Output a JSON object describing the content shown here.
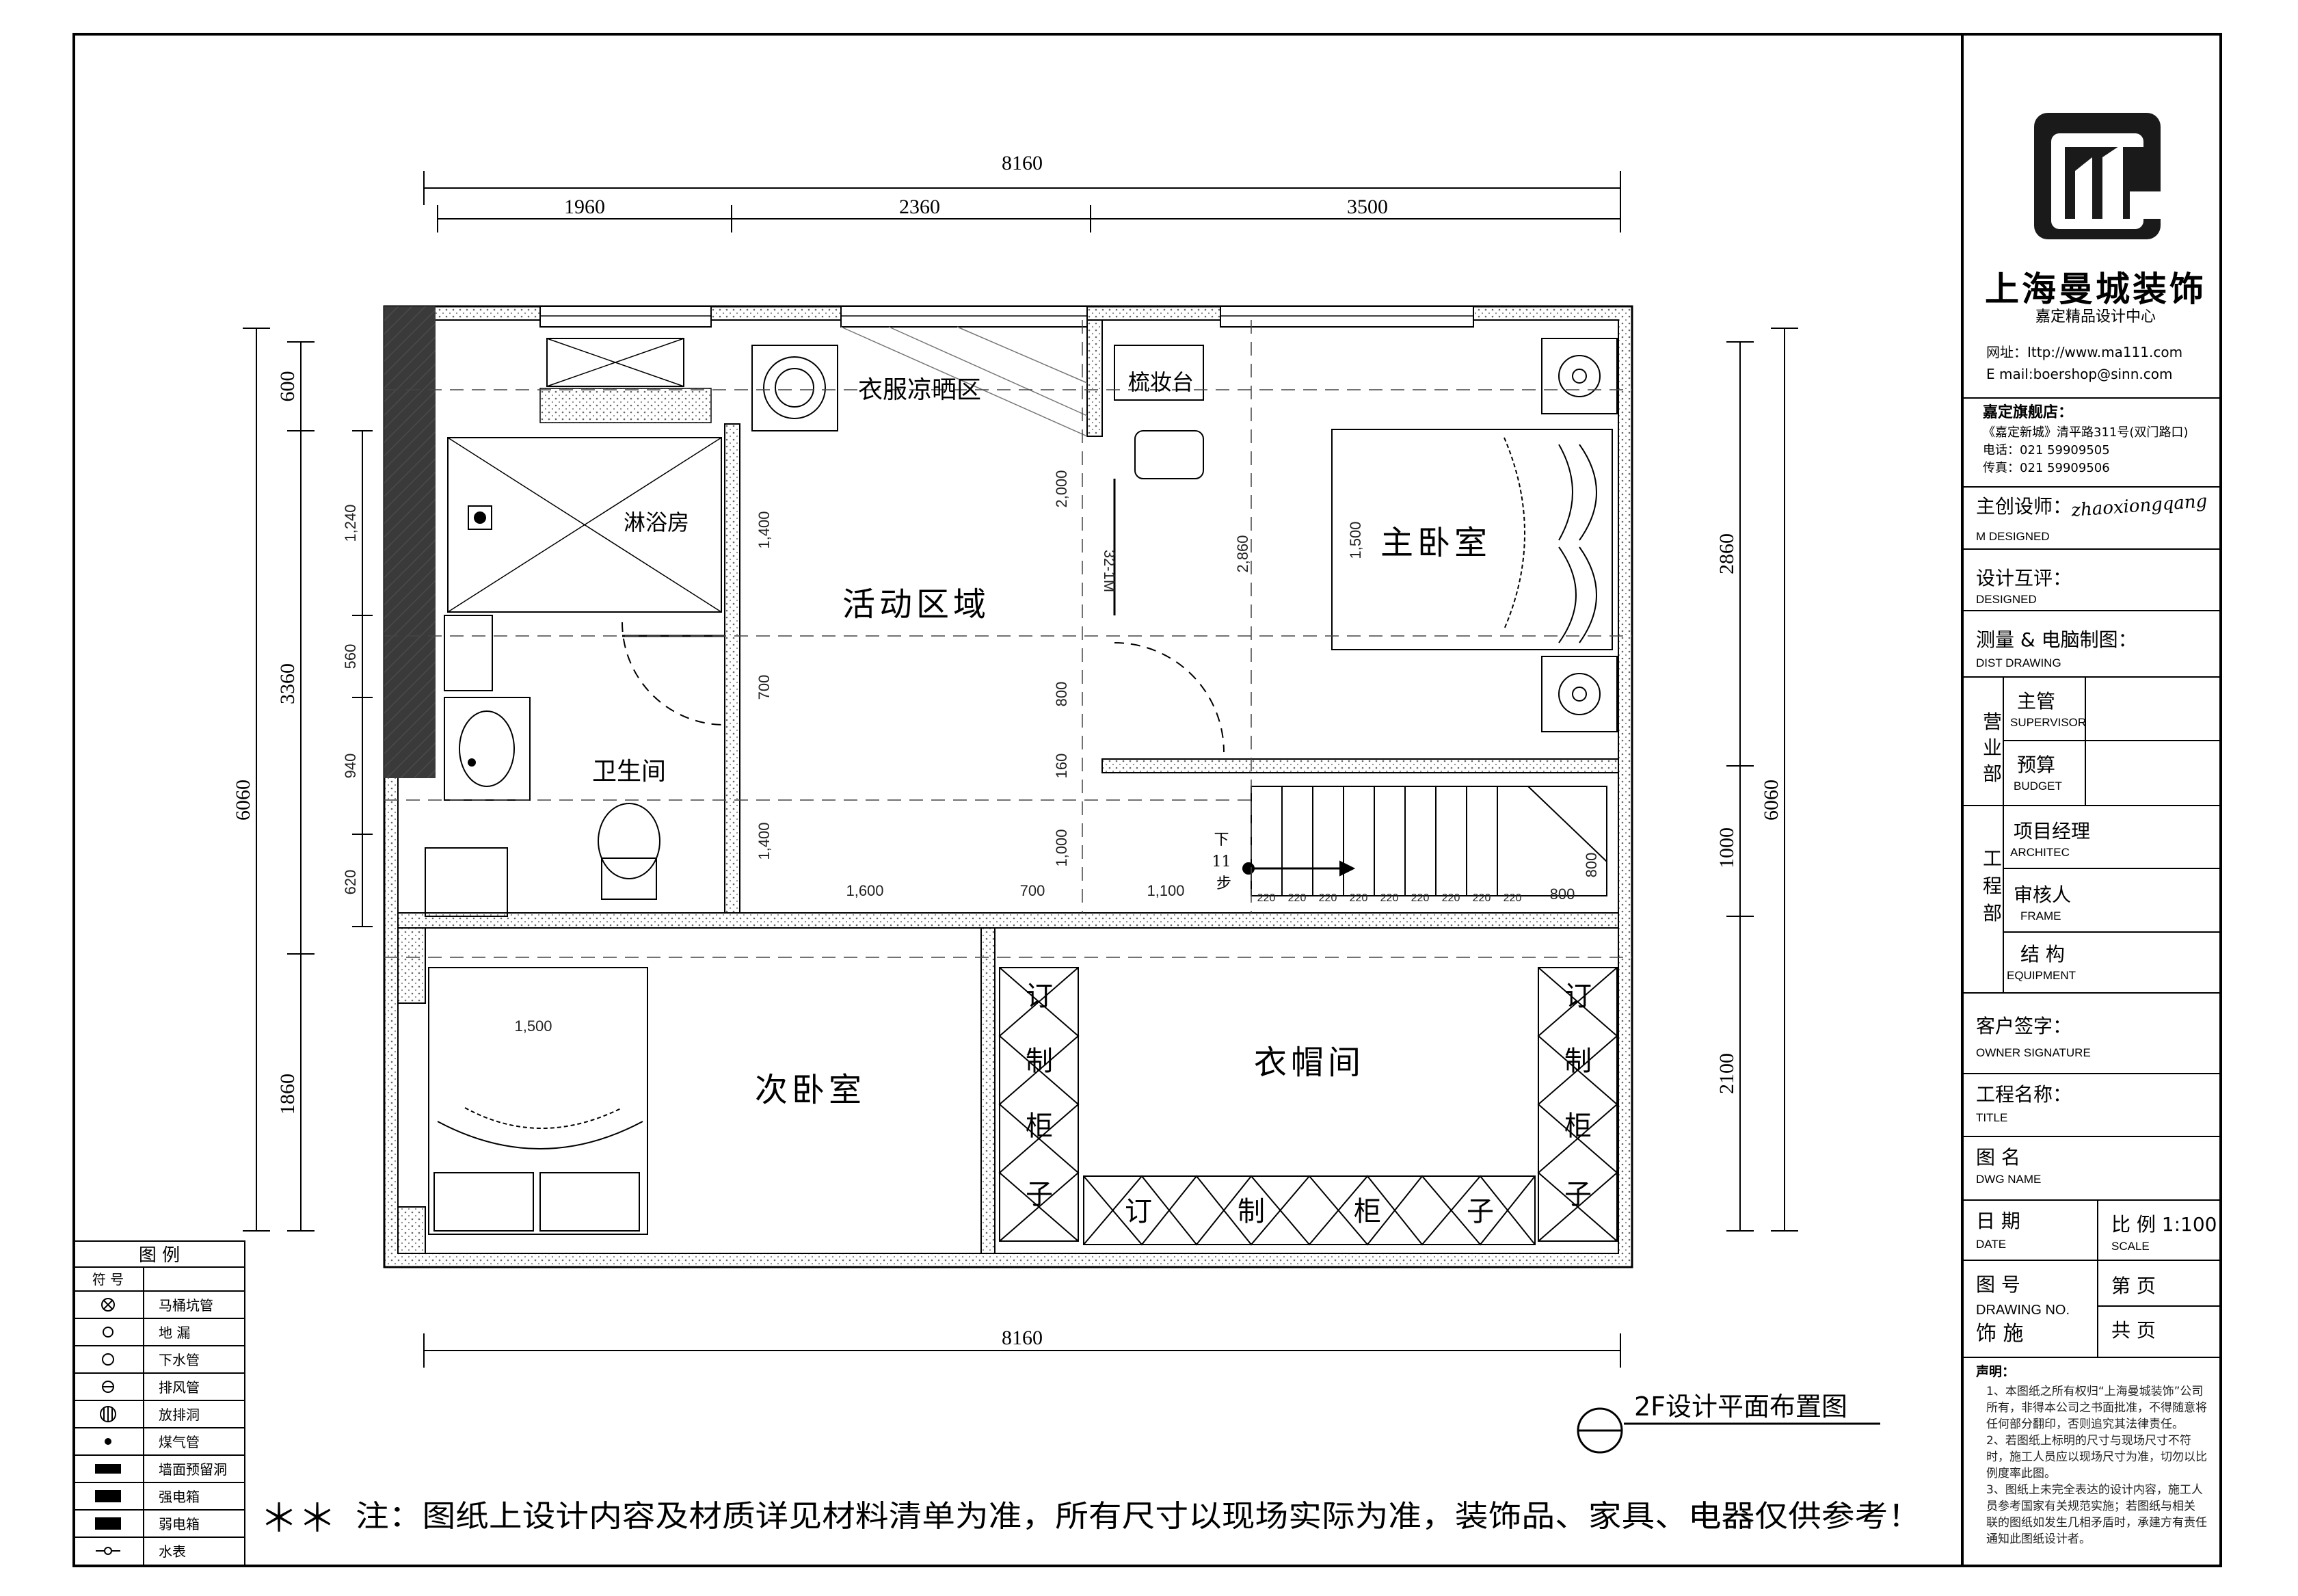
{
  "title_block": {
    "company": "上海曼城装饰",
    "branch_center": "嘉定精品设计中心",
    "website": "网址：Ittp://www.ma111.com",
    "email": "E mail:boershop@sinn.com",
    "store_title": "嘉定旗舰店：",
    "store_address": "《嘉定新城》清平路311号(双门路口)",
    "phone": "电话：021 59909505",
    "fax": "传真：021 59909506",
    "chief_designer_label": "主创设师：",
    "chief_designer_en": "M DESIGNED",
    "designer_signature": "zhaoxiongqang",
    "review_label": "设计互评：",
    "review_en": "DESIGNED",
    "drawing_label": "测量 & 电脑制图：",
    "drawing_en": "DIST      DRAWING",
    "sales_dept": "营\n业\n部",
    "supervisor_label": "主管",
    "supervisor_en": "SUPERVISOR",
    "budget_label": "预算",
    "budget_en": "BUDGET",
    "eng_dept": "工\n程\n部",
    "pm_label": "项目经理",
    "pm_en": "ARCHITEC",
    "auditor_label": "审核人",
    "auditor_en": "FRAME",
    "structure_label": "结 构",
    "structure_en": "EQUIPMENT",
    "owner_label": "客户签字：",
    "owner_en": "OWNER  SIGNATURE",
    "project_label": "工程名称：",
    "project_en": "TITLE",
    "drawing_name_label": "图 名",
    "drawing_name_en": "DWG NAME",
    "date_label": "日 期",
    "date_en": "DATE",
    "scale_label": "比 例 1:100",
    "scale_en": "SCALE",
    "drawing_no_label": "图 号",
    "drawing_no_en": "DRAWING NO.",
    "drawing_no_value": "饰 施",
    "page_label": "第       页",
    "total_label": "共       页",
    "declaration_title": "声明：",
    "declaration_lines": [
      "1、本图纸之所有权归“上海曼城装饰”公司",
      "所有，非得本公司之书面批准，不得随意将",
      "任何部分翻印，否则追究其法律责任。",
      "2、若图纸上标明的尺寸与现场尺寸不符",
      "时，施工人员应以现场尺寸为准，切勿以比",
      "例度率此图。",
      "3、图纸上未完全表达的设计内容，施工人",
      "员参考国家有关规范实施；若图纸与相关",
      "联的图纸如发生几相矛盾时，承建方有责任",
      "通知此图纸设计者。"
    ]
  },
  "plan": {
    "title": "2F设计平面布置图",
    "rooms": {
      "master_bedroom": "主卧室",
      "activity_area": "活动区域",
      "bathroom": "卫生间",
      "second_bedroom": "次卧室",
      "cloakroom": "衣帽间",
      "shower": "淋浴房",
      "laundry": "衣服凉晒区",
      "vanity": "梳妆台",
      "custom_cabinet_chars": [
        "订",
        "制",
        "柜",
        "子"
      ],
      "stairs_label": "下\n11\n步"
    },
    "dims_top": {
      "total": "8160",
      "segments": [
        "1960",
        "2360",
        "3500"
      ]
    },
    "dims_bottom": {
      "total": "8160"
    },
    "dims_left": {
      "total": "6060",
      "segments": [
        "600",
        "3360",
        "1860"
      ],
      "inner": [
        "1,240",
        "560",
        "940",
        "620"
      ]
    },
    "dims_right": {
      "total": "6060",
      "segments": [
        "2860",
        "1000",
        "2100"
      ]
    },
    "dims_interior": {
      "act_left": [
        "1,400",
        "700",
        "1,400"
      ],
      "act_right": [
        "2,000",
        "800",
        "160",
        "1,000"
      ],
      "row_bottom": [
        "1,600",
        "700",
        "1,100"
      ],
      "master_h": "2,860",
      "bed_w": "1,500",
      "second_bed_w": "1,500",
      "stair_steps": [
        "220",
        "220",
        "220",
        "220",
        "220",
        "220",
        "220",
        "220",
        "220"
      ],
      "stair_end": "800",
      "stair_h": "800",
      "wardrobe_note": "32-1M"
    }
  },
  "legend": {
    "title": "图  例",
    "header": "符 号",
    "items": [
      "马桶坑管",
      "地  漏",
      "下水管",
      "排风管",
      "放排洞",
      "煤气管",
      "墙面预留洞",
      "强电箱",
      "弱电箱",
      "水表"
    ]
  },
  "note": {
    "stars": "＊＊",
    "text": "注：图纸上设计内容及材质详见材料清单为准，所有尺寸以现场实际为准，装饰品、家具、电器仅供参考！"
  }
}
